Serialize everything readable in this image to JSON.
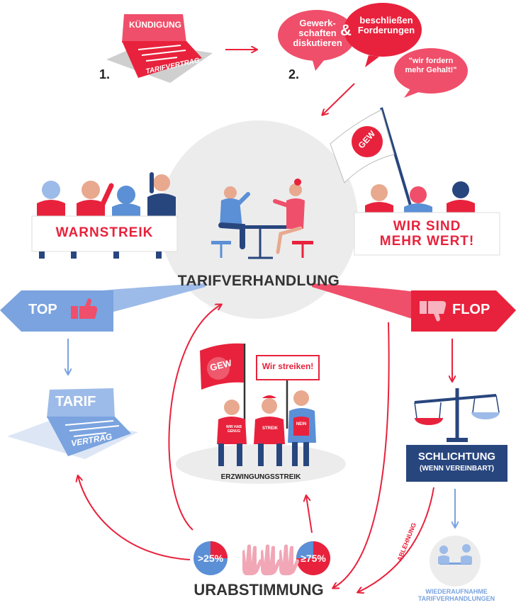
{
  "steps": {
    "step1": "1.",
    "step2": "2.",
    "kuendigung": "KÜNDIGUNG",
    "tarifvertrag_top": "TARIFVERTRAG",
    "bubble_left": "Gewerk-\nschaften\ndiskutieren",
    "ampersand": "&",
    "bubble_right": "beschließen\nForderungen",
    "bubble_small": "\"wir fordern\nmehr Gehalt!\""
  },
  "flags": {
    "gew_top": "GEW",
    "gew_bottom": "GEW"
  },
  "banners": {
    "warnstreik": "WARNSTREIK",
    "wir_sind": "WIR SIND\nMEHR WERT!"
  },
  "center": {
    "title": "TARIFVERHANDLUNG"
  },
  "outcomes": {
    "top": "TOP",
    "flop": "FLOP",
    "tarif": "TARIF",
    "vertrag": "VERTRAG"
  },
  "strike": {
    "sign": "Wir streiken!",
    "vest1": "WIR HAB\nGENUG",
    "vest2": "STREIK",
    "vest3": "NEIN",
    "caption": "ERZWINGUNGSSTREIK"
  },
  "schlichtung": {
    "title": "SCHLICHTUNG",
    "subtitle": "(WENN VEREINBART)",
    "ablehnung": "ABLEHNUNG",
    "wiederaufnahme": "WIEDERAUFNAHME\nTARIFVERHANDLUNGEN"
  },
  "vote": {
    "left_pct": ">25%",
    "right_pct": "≥75%",
    "title": "URABSTIMMUNG"
  },
  "colors": {
    "red": "#e8223c",
    "pink": "#ef4f6a",
    "blue": "#5b8fd6",
    "lightblue": "#9dbbe8",
    "navy": "#28467e",
    "grey": "#ececec"
  }
}
